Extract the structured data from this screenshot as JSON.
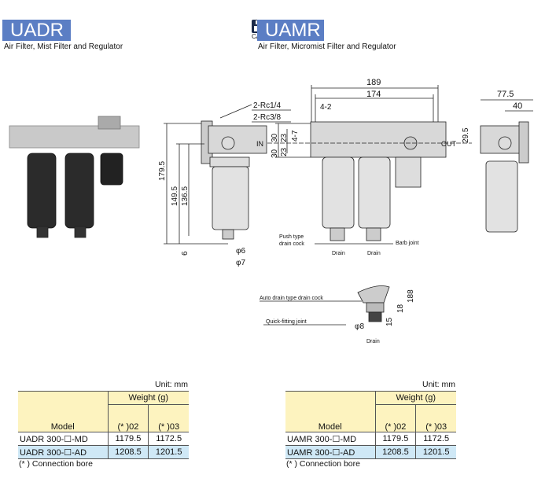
{
  "left": {
    "title": "UADR",
    "subtitle": "Air Filter, Mist Filter and Regulator"
  },
  "right": {
    "cad_label": "CAD",
    "title": "UAMR",
    "subtitle": "Air Filter, Micromist Filter and Regulator"
  },
  "drawing": {
    "ports1": "2-Rc1/4",
    "ports2": "2-Rc3/8",
    "in": "IN",
    "out": "OUT",
    "d189": "189",
    "d174": "174",
    "d42": "4-2",
    "d30a": "30",
    "d30b": "30",
    "d23a": "23",
    "d23b": "23",
    "d47": "4-7",
    "d1795": "179.5",
    "d1495": "149.5",
    "d1365": "136.5",
    "d6": "6",
    "phi6": "φ6",
    "phi7": "φ7",
    "d775": "77.5",
    "d40": "40",
    "d295": "29.5",
    "push1": "Push type",
    "push2": "drain cock",
    "barb": "Barb joint",
    "drain1": "Drain",
    "drain2": "Drain",
    "auto": "Auto drain type drain cock",
    "quick": "Quick-fitting joint",
    "phi8": "φ8",
    "d188": "188",
    "d18": "18",
    "d15": "15",
    "drain3": "Drain"
  },
  "tables": [
    {
      "unit": "Unit: mm",
      "header_model": "Model",
      "header_weight": "Weight (g)",
      "col1": "(* )02",
      "col2": "(* )03",
      "rows": [
        {
          "model": "UADR 300-☐-MD",
          "v1": "1179.5",
          "v2": "1172.5"
        },
        {
          "model": "UADR 300-☐-AD",
          "v1": "1208.5",
          "v2": "1201.5"
        }
      ],
      "note": "(* ) Connection bore"
    },
    {
      "unit": "Unit: mm",
      "header_model": "Model",
      "header_weight": "Weight (g)",
      "col1": "(* )02",
      "col2": "(* )03",
      "rows": [
        {
          "model": "UAMR 300-☐-MD",
          "v1": "1179.5",
          "v2": "1172.5"
        },
        {
          "model": "UAMR 300-☐-AD",
          "v1": "1208.5",
          "v2": "1201.5"
        }
      ],
      "note": "(* ) Connection bore"
    }
  ]
}
